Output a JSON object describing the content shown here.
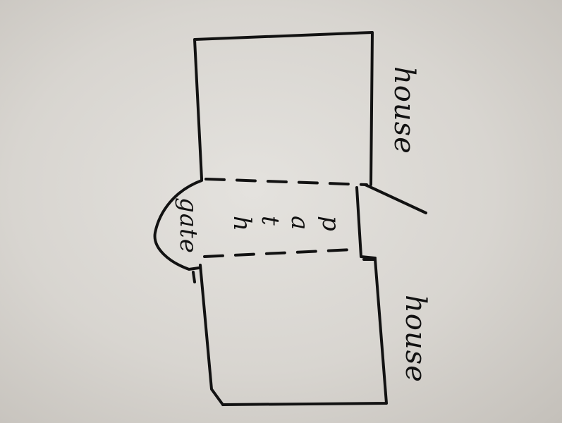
{
  "sketch": {
    "label_top_house": "house",
    "label_bottom_house": "house",
    "label_gate": "gate",
    "label_path": [
      "p",
      "a",
      "t",
      "h"
    ]
  },
  "colors": {
    "paper": "#d9d6d1",
    "ink": "#121212"
  }
}
